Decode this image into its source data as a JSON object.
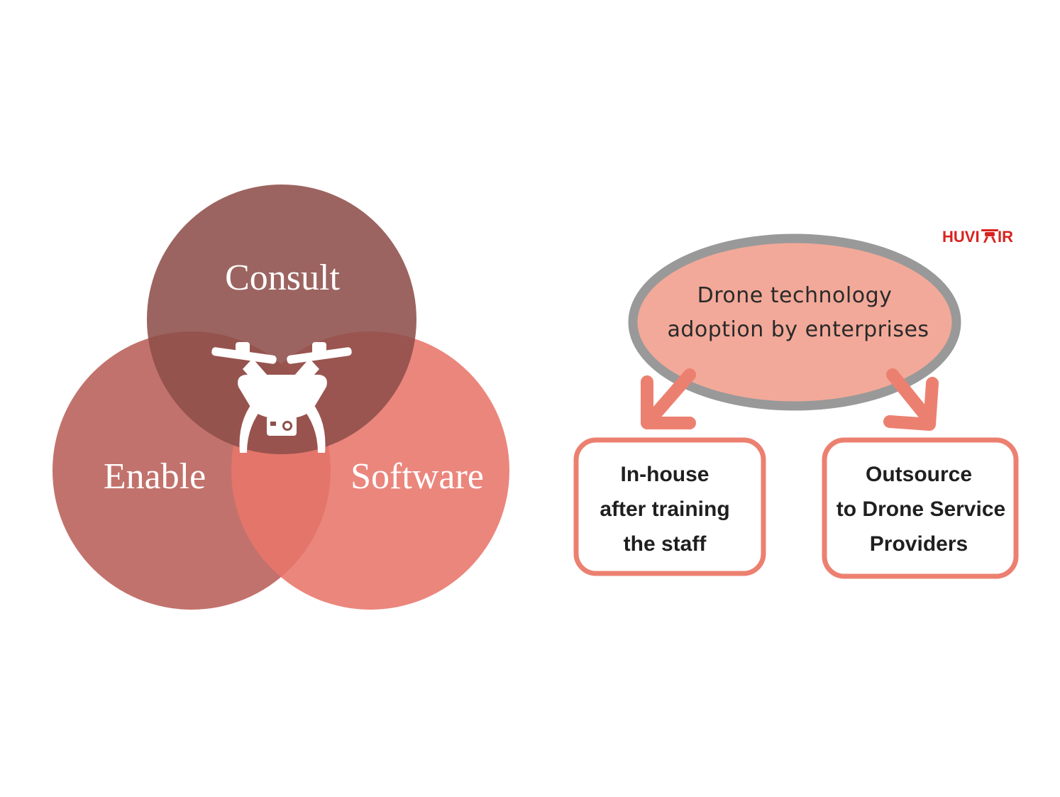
{
  "venn": {
    "top_label": "Consult",
    "left_label": "Enable",
    "right_label": "Software",
    "colors": {
      "top": "#8e4f4a",
      "left": "#b95e58",
      "right": "#e8756b",
      "icon": "#ffffff"
    },
    "center_icon": "drone-icon"
  },
  "flow": {
    "logo_left": "HUVI",
    "logo_right": "IR",
    "logo_icon": "drone-logo-icon",
    "logo_color": "#d9231f",
    "oval_line1": "Drone technology",
    "oval_line2": "adoption by enterprises",
    "oval_fill": "#f2a999",
    "oval_border": "#999999",
    "arrow_color": "#ec8070",
    "box_border": "#ec8070",
    "left_box": {
      "line1": "In-house",
      "line2": "after training",
      "line3": "the staff"
    },
    "right_box": {
      "line1": "Outsource",
      "line2": "to Drone Service",
      "line3": "Providers"
    }
  }
}
